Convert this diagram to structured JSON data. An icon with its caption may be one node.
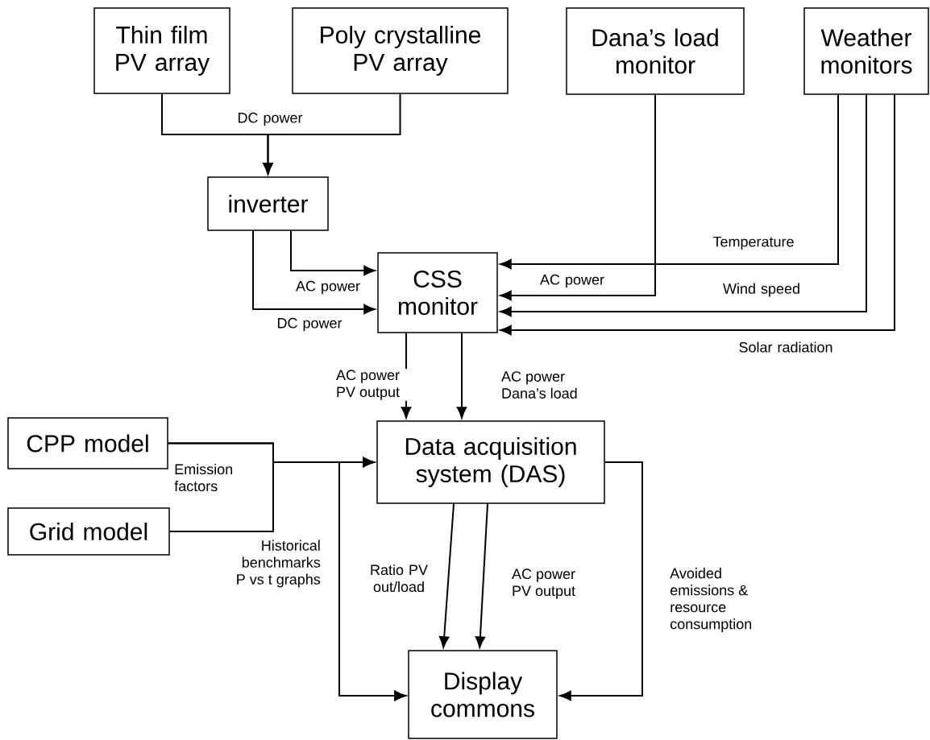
{
  "diagram": {
    "nodes": [
      {
        "text": [
          "Thin film PV array"
        ]
      },
      {
        "text": [
          "Poly crystalline PV array"
        ]
      },
      {
        "text": [
          "Dana’s load monitor"
        ]
      },
      {
        "text": [
          "Weather monitors"
        ]
      },
      {
        "text": [
          "inverter"
        ]
      },
      {
        "text": [
          "CSS monitor"
        ]
      },
      {
        "text": [
          "CPP model"
        ]
      },
      {
        "text": [
          "Grid model"
        ]
      },
      {
        "text": [
          "Data acquisition system (DAS)"
        ]
      },
      {
        "text": [
          "Display commons"
        ]
      }
    ],
    "edges": [
      {
        "from": 0,
        "to": 4,
        "arrow": "to",
        "label": "DC power"
      },
      {
        "from": 1,
        "to": 4,
        "arrow": "to"
      },
      {
        "from": 4,
        "to": 5,
        "arrow": "to",
        "label": "AC power"
      },
      {
        "from": 4,
        "to": 5,
        "arrow": "to",
        "label": "DC power"
      },
      {
        "from": 2,
        "to": 5,
        "arrow": "to",
        "label": "AC power"
      },
      {
        "from": 3,
        "to": 5,
        "arrow": "to",
        "label": "Temperature"
      },
      {
        "from": 3,
        "to": 5,
        "arrow": "to",
        "label": "Wind speed"
      },
      {
        "from": 3,
        "to": 5,
        "arrow": "to",
        "label": "Solar radiation"
      },
      {
        "from": 5,
        "to": 8,
        "arrow": "to",
        "label": "AC power PV output"
      },
      {
        "from": 5,
        "to": 8,
        "arrow": "to",
        "label": "AC power Dana’s load"
      },
      {
        "from": 6,
        "to": 8,
        "arrow": "to",
        "label": "Emission factors"
      },
      {
        "from": 7,
        "to": 8,
        "arrow": "to"
      },
      {
        "from": 6,
        "to": 9,
        "arrow": "to",
        "label": "Historical benchmarks P vs t graphs"
      },
      {
        "from": 7,
        "to": 9,
        "arrow": "to"
      },
      {
        "from": 8,
        "to": 9,
        "arrow": "to",
        "label": "Ratio PV out/load"
      },
      {
        "from": 8,
        "to": 9,
        "arrow": "to",
        "label": "AC power PV output"
      },
      {
        "from": 8,
        "to": 9,
        "arrow": "to",
        "label": "Avoided emissions & resource consumption"
      }
    ]
  }
}
